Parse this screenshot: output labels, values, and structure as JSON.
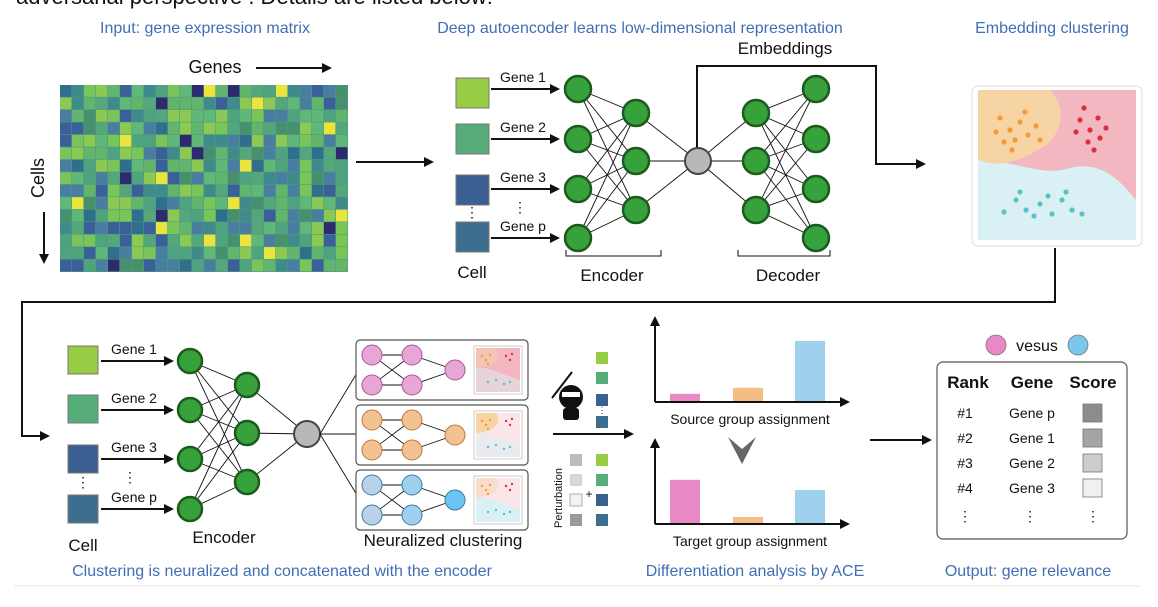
{
  "header": {
    "title_partial": "adversarial perspective . Details are listed below:"
  },
  "panel1": {
    "caption": "Input: gene expression matrix",
    "genes_label": "Genes",
    "cells_label": "Cells"
  },
  "panel2": {
    "caption": "Deep autoencoder learns low-dimensional representation",
    "embeddings_label": "Embeddings",
    "gene_labels": [
      "Gene 1",
      "Gene 2",
      "Gene 3",
      "Gene p"
    ],
    "cell_label": "Cell",
    "encoder_label": "Encoder",
    "decoder_label": "Decoder"
  },
  "panel3": {
    "caption": "Embedding clustering"
  },
  "panel4": {
    "gene_labels": [
      "Gene 1",
      "Gene 2",
      "Gene 3",
      "Gene p"
    ],
    "cell_label": "Cell",
    "encoder_label": "Encoder",
    "clustering_label": "Neuralized clustering",
    "caption": "Clustering is neuralized and concatenated with the encoder"
  },
  "panel5": {
    "source_label": "Source group assignment",
    "target_label": "Target group assignment",
    "perturbation_label": "Perturbation",
    "caption": "Differentiation analysis by ACE",
    "source_values": [
      0.12,
      0.22,
      1.0
    ],
    "target_values": [
      0.72,
      0.1,
      0.55
    ],
    "bar_colors": [
      "#e889c6",
      "#f3bd85",
      "#9fd0ee"
    ]
  },
  "panel6": {
    "versus_label": "vesus",
    "headers": [
      "Rank",
      "Gene",
      "Score"
    ],
    "rows": [
      {
        "rank": "#1",
        "gene": "Gene p",
        "shade": "#8c8c8c"
      },
      {
        "rank": "#2",
        "gene": "Gene 1",
        "shade": "#a4a4a4"
      },
      {
        "rank": "#3",
        "gene": "Gene 2",
        "shade": "#cdcdcd"
      },
      {
        "rank": "#4",
        "gene": "Gene 3",
        "shade": "#f0f0f0"
      }
    ],
    "caption": "Output: gene relevance",
    "versus_colors": [
      "#e889c6",
      "#7cc6ec"
    ]
  }
}
